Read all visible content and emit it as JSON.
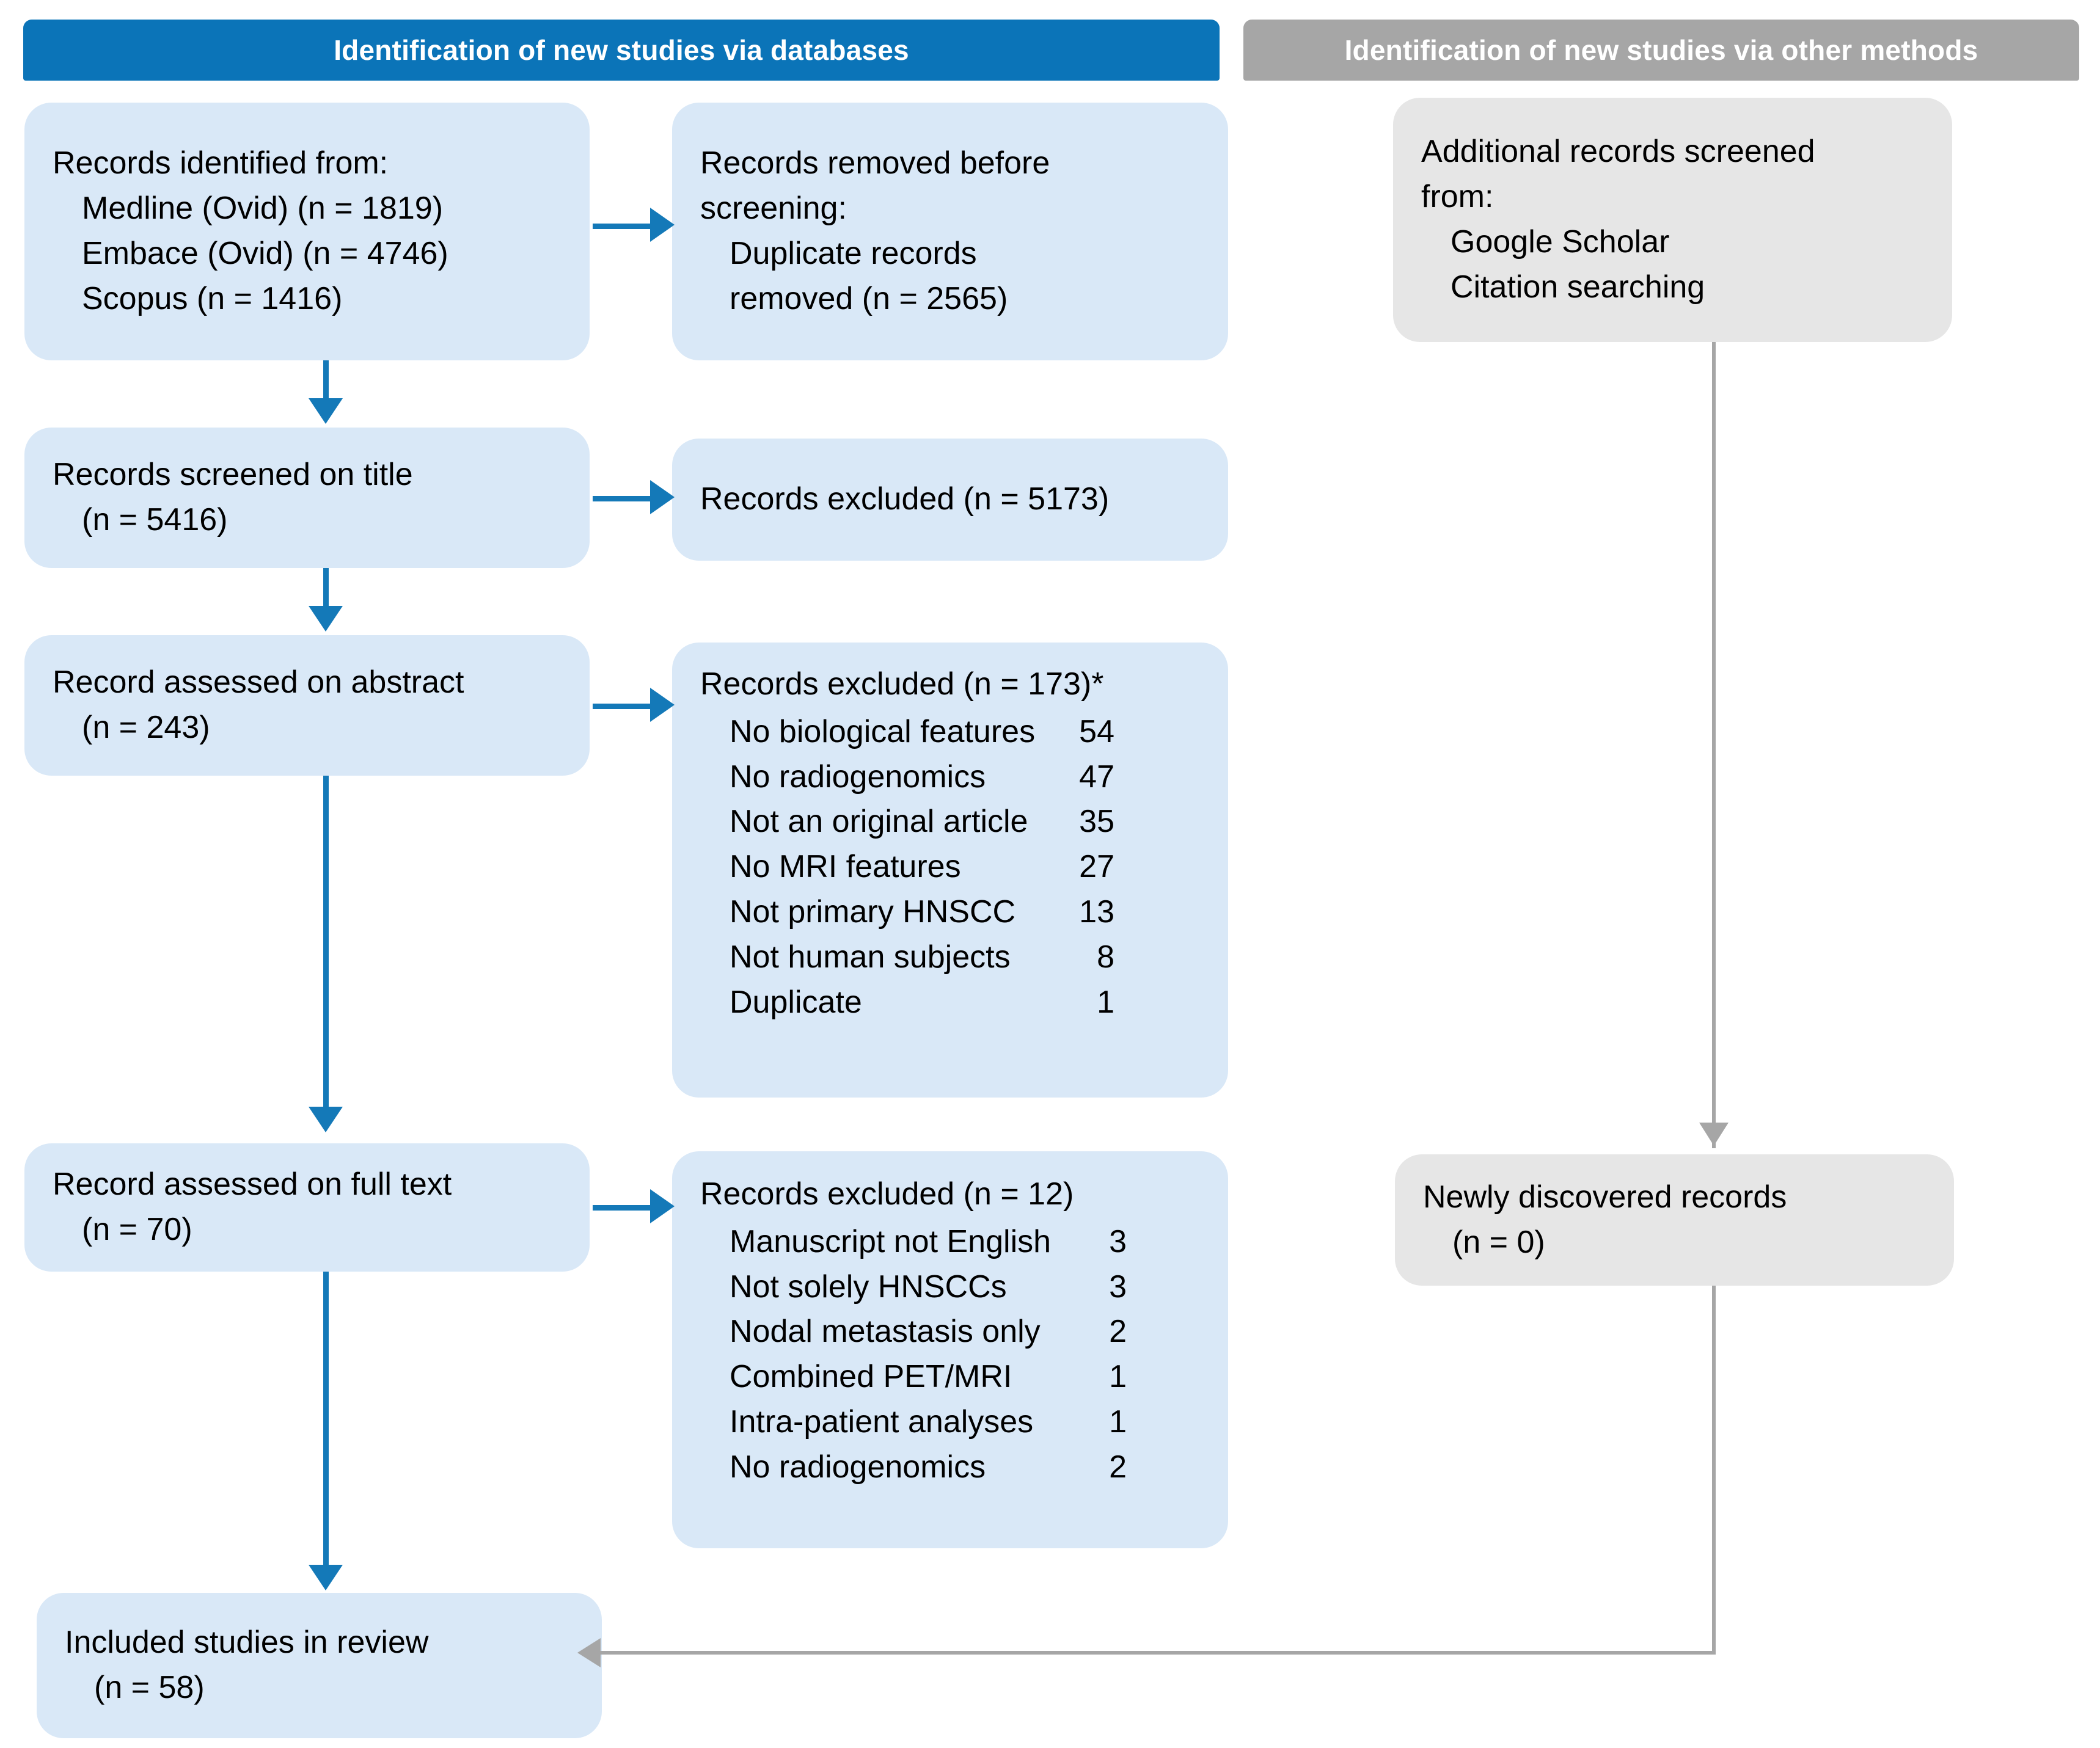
{
  "headers": {
    "databases": "Identification of new studies via databases",
    "other_methods": "Identification of new studies via other methods"
  },
  "colors": {
    "header_blue": "#0b74b8",
    "header_gray": "#a6a6a6",
    "box_blue": "#d9e8f7",
    "box_gray": "#e6e6e6",
    "arrow_blue": "#1479b8",
    "arrow_gray": "#a6a6a6"
  },
  "identified": {
    "title": "Records identified from:",
    "sources": [
      "Medline (Ovid) (n = 1819)",
      "Embace (Ovid) (n = 4746)",
      "Scopus (n = 1416)"
    ]
  },
  "removed_before_screening": {
    "line1": "Records removed before",
    "line2": "screening:",
    "line3": "Duplicate records",
    "line4": "removed (n = 2565)"
  },
  "screened_title": {
    "line1": "Records screened on title",
    "line2": "(n = 5416)"
  },
  "excluded_title": {
    "line1": "Records excluded (n = 5173)"
  },
  "assessed_abstract": {
    "line1": "Record assessed on abstract",
    "line2": "(n = 243)"
  },
  "excluded_abstract": {
    "heading": "Records excluded (n = 173)*",
    "reasons": [
      {
        "label": "No biological features",
        "count": "54"
      },
      {
        "label": "No radiogenomics",
        "count": "47"
      },
      {
        "label": "Not an original article",
        "count": "35"
      },
      {
        "label": "No MRI features",
        "count": "27"
      },
      {
        "label": "Not primary HNSCC",
        "count": "13"
      },
      {
        "label": "Not human subjects",
        "count": "8"
      },
      {
        "label": "Duplicate",
        "count": "1"
      }
    ]
  },
  "assessed_fulltext": {
    "line1": "Record assessed on full text",
    "line2": "(n = 70)"
  },
  "excluded_fulltext": {
    "heading": "Records excluded (n = 12)",
    "reasons": [
      {
        "label": "Manuscript not English",
        "count": "3"
      },
      {
        "label": "Not solely HNSCCs",
        "count": "3"
      },
      {
        "label": "Nodal metastasis only",
        "count": "2"
      },
      {
        "label": "Combined PET/MRI",
        "count": "1"
      },
      {
        "label": "Intra-patient analyses",
        "count": "1"
      },
      {
        "label": "No radiogenomics",
        "count": "2"
      }
    ]
  },
  "included": {
    "line1": "Included studies in review",
    "line2": "(n = 58)"
  },
  "additional_records": {
    "line1": "Additional records screened",
    "line2": "from:",
    "sources": [
      "Google Scholar",
      "Citation searching"
    ]
  },
  "newly_discovered": {
    "line1": "Newly discovered records",
    "line2": "(n = 0)"
  }
}
